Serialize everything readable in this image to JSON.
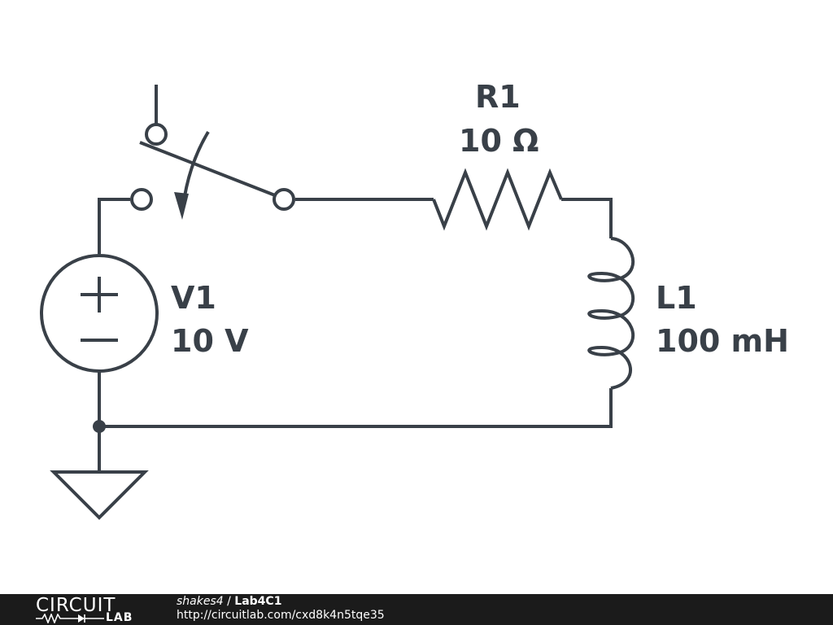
{
  "components": {
    "resistor": {
      "name": "R1",
      "value": "10 Ω"
    },
    "inductor": {
      "name": "L1",
      "value": "100 mH"
    },
    "source": {
      "name": "V1",
      "value": "10 V",
      "plus": "+",
      "minus": "−"
    }
  },
  "footer": {
    "logo_top": "CIRCUIT",
    "logo_bottom": "LAB",
    "author": "shakes4",
    "separator": " / ",
    "title": "Lab4C1",
    "url": "http://circuitlab.com/cxd8k4n5tqe35"
  },
  "colors": {
    "wire": "#394048",
    "footer_bg": "#1b1b1b",
    "footer_text": "#ffffff"
  }
}
